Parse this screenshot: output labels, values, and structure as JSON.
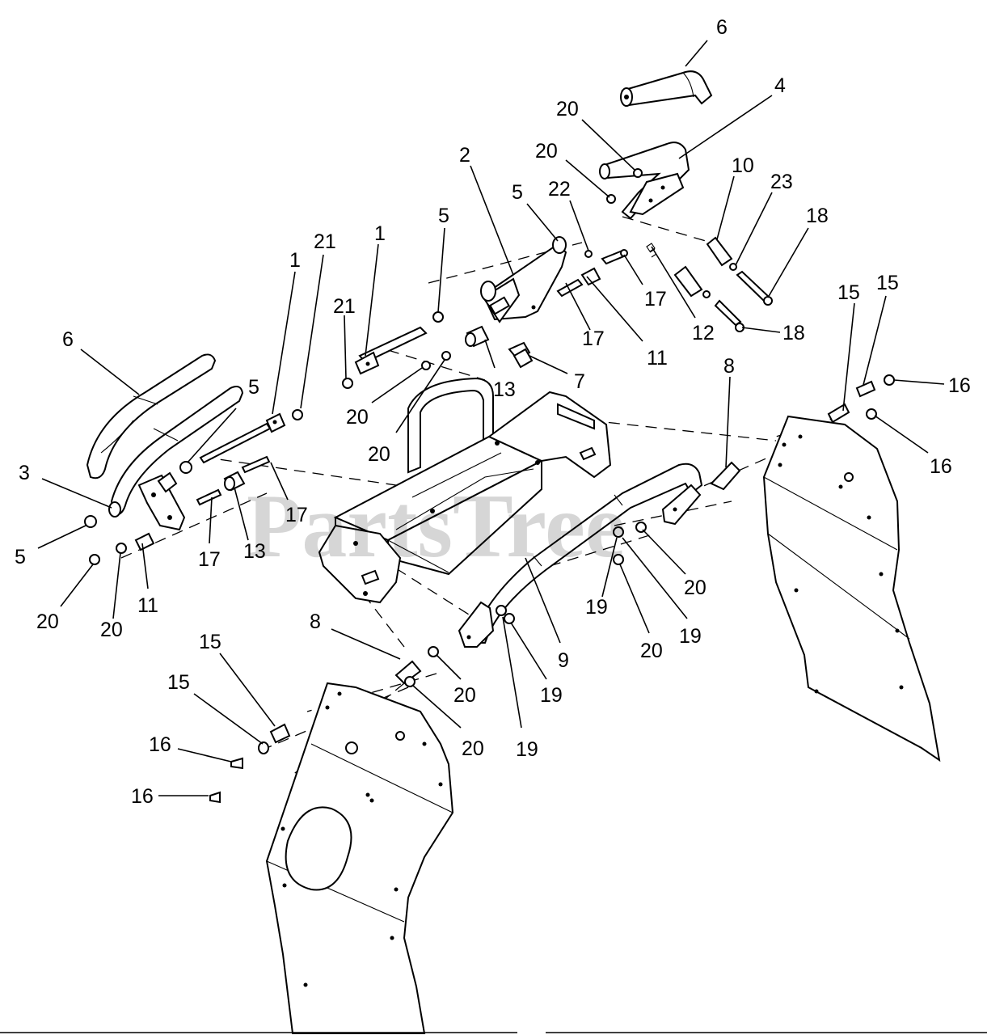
{
  "diagram": {
    "watermark": "PartsTree",
    "callouts": [
      {
        "id": "c-6-top",
        "label": "6"
      },
      {
        "id": "c-4",
        "label": "4"
      },
      {
        "id": "c-20-a",
        "label": "20"
      },
      {
        "id": "c-20-b",
        "label": "20"
      },
      {
        "id": "c-10",
        "label": "10"
      },
      {
        "id": "c-23",
        "label": "23"
      },
      {
        "id": "c-18-a",
        "label": "18"
      },
      {
        "id": "c-2",
        "label": "2"
      },
      {
        "id": "c-5-a",
        "label": "5"
      },
      {
        "id": "c-22",
        "label": "22"
      },
      {
        "id": "c-5-b",
        "label": "5"
      },
      {
        "id": "c-1-a",
        "label": "1"
      },
      {
        "id": "c-21-a",
        "label": "21"
      },
      {
        "id": "c-1-b",
        "label": "1"
      },
      {
        "id": "c-21-b",
        "label": "21"
      },
      {
        "id": "c-17-a",
        "label": "17"
      },
      {
        "id": "c-12",
        "label": "12"
      },
      {
        "id": "c-18-b",
        "label": "18"
      },
      {
        "id": "c-17-b",
        "label": "17"
      },
      {
        "id": "c-11-a",
        "label": "11"
      },
      {
        "id": "c-15-a",
        "label": "15"
      },
      {
        "id": "c-15-b",
        "label": "15"
      },
      {
        "id": "c-6-left",
        "label": "6"
      },
      {
        "id": "c-13-a",
        "label": "13"
      },
      {
        "id": "c-7",
        "label": "7"
      },
      {
        "id": "c-8-a",
        "label": "8"
      },
      {
        "id": "c-16-a",
        "label": "16"
      },
      {
        "id": "c-20-c",
        "label": "20"
      },
      {
        "id": "c-5-c",
        "label": "5"
      },
      {
        "id": "c-20-d",
        "label": "20"
      },
      {
        "id": "c-16-b",
        "label": "16"
      },
      {
        "id": "c-3",
        "label": "3"
      },
      {
        "id": "c-17-c",
        "label": "17"
      },
      {
        "id": "c-5-d",
        "label": "5"
      },
      {
        "id": "c-17-d",
        "label": "17"
      },
      {
        "id": "c-13-b",
        "label": "13"
      },
      {
        "id": "c-20-e",
        "label": "20"
      },
      {
        "id": "c-19-a",
        "label": "19"
      },
      {
        "id": "c-20-f",
        "label": "20"
      },
      {
        "id": "c-11-b",
        "label": "11"
      },
      {
        "id": "c-20-g",
        "label": "20"
      },
      {
        "id": "c-19-b",
        "label": "19"
      },
      {
        "id": "c-20-h",
        "label": "20"
      },
      {
        "id": "c-9",
        "label": "9"
      },
      {
        "id": "c-8-b",
        "label": "8"
      },
      {
        "id": "c-19-c",
        "label": "19"
      },
      {
        "id": "c-15-c",
        "label": "15"
      },
      {
        "id": "c-20-i",
        "label": "20"
      },
      {
        "id": "c-15-d",
        "label": "15"
      },
      {
        "id": "c-20-j",
        "label": "20"
      },
      {
        "id": "c-16-c",
        "label": "16"
      },
      {
        "id": "c-19-d",
        "label": "19"
      },
      {
        "id": "c-16-d",
        "label": "16"
      }
    ]
  }
}
